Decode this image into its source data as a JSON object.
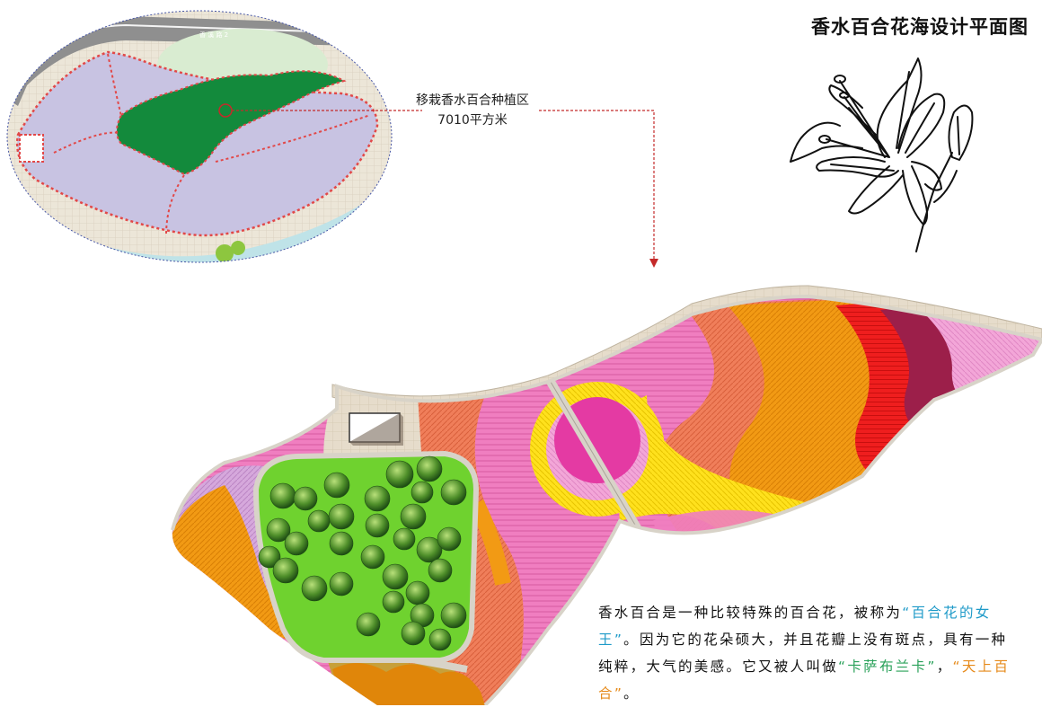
{
  "title": "香水百合花海设计平面图",
  "callout": {
    "line1": "移栽香水百合种植区",
    "line2": "7010平方米"
  },
  "map_road_label": "香 溪 路 2",
  "description": {
    "p1": "香水百合是一种比较特殊的百合花，被称为",
    "q1": "“",
    "hl1": "百合花的女王",
    "q1end": "”",
    "p2": "。因为它的花朵硕大，并且花瓣上没有斑点，具有一种纯粹，大气的美感。它又被人叫做",
    "q2": "“",
    "hl2": "卡萨布兰卡",
    "q2end": "”",
    "sep": "，",
    "q3": "“",
    "hl3": "天上百合",
    "q3end": "”",
    "p3": "。"
  },
  "colors": {
    "lavender": "#c8c3e2",
    "dark_green": "#138a3c",
    "light_green": "#6fd22f",
    "pink": "#f07ec0",
    "magenta": "#e43aa3",
    "yellow": "#ffe11d",
    "orange": "#f29a14",
    "coral": "#f07e5a",
    "red": "#ef1e1e",
    "maroon": "#9c1f4a",
    "light_pink": "#f3a6d8",
    "path_beige": "#e6dccb",
    "highlight_blue": "#1e9ac8",
    "highlight_green": "#2aa15a",
    "highlight_orange": "#e68a1a"
  },
  "icons": [
    "lily-flower-icon",
    "tree-canopy-icon"
  ]
}
